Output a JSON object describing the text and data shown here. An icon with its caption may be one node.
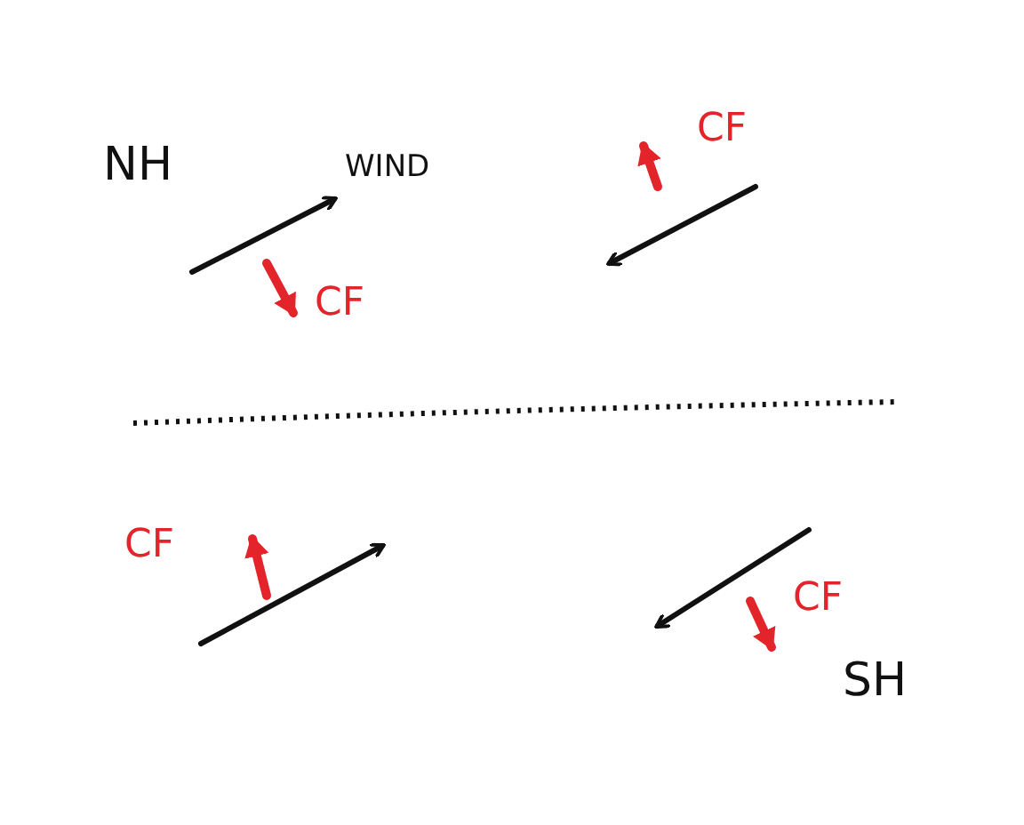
{
  "diagram": {
    "labels": [
      "NH",
      "WIND",
      "CF",
      "CF",
      "CF",
      "CF",
      "SH"
    ]
  }
}
